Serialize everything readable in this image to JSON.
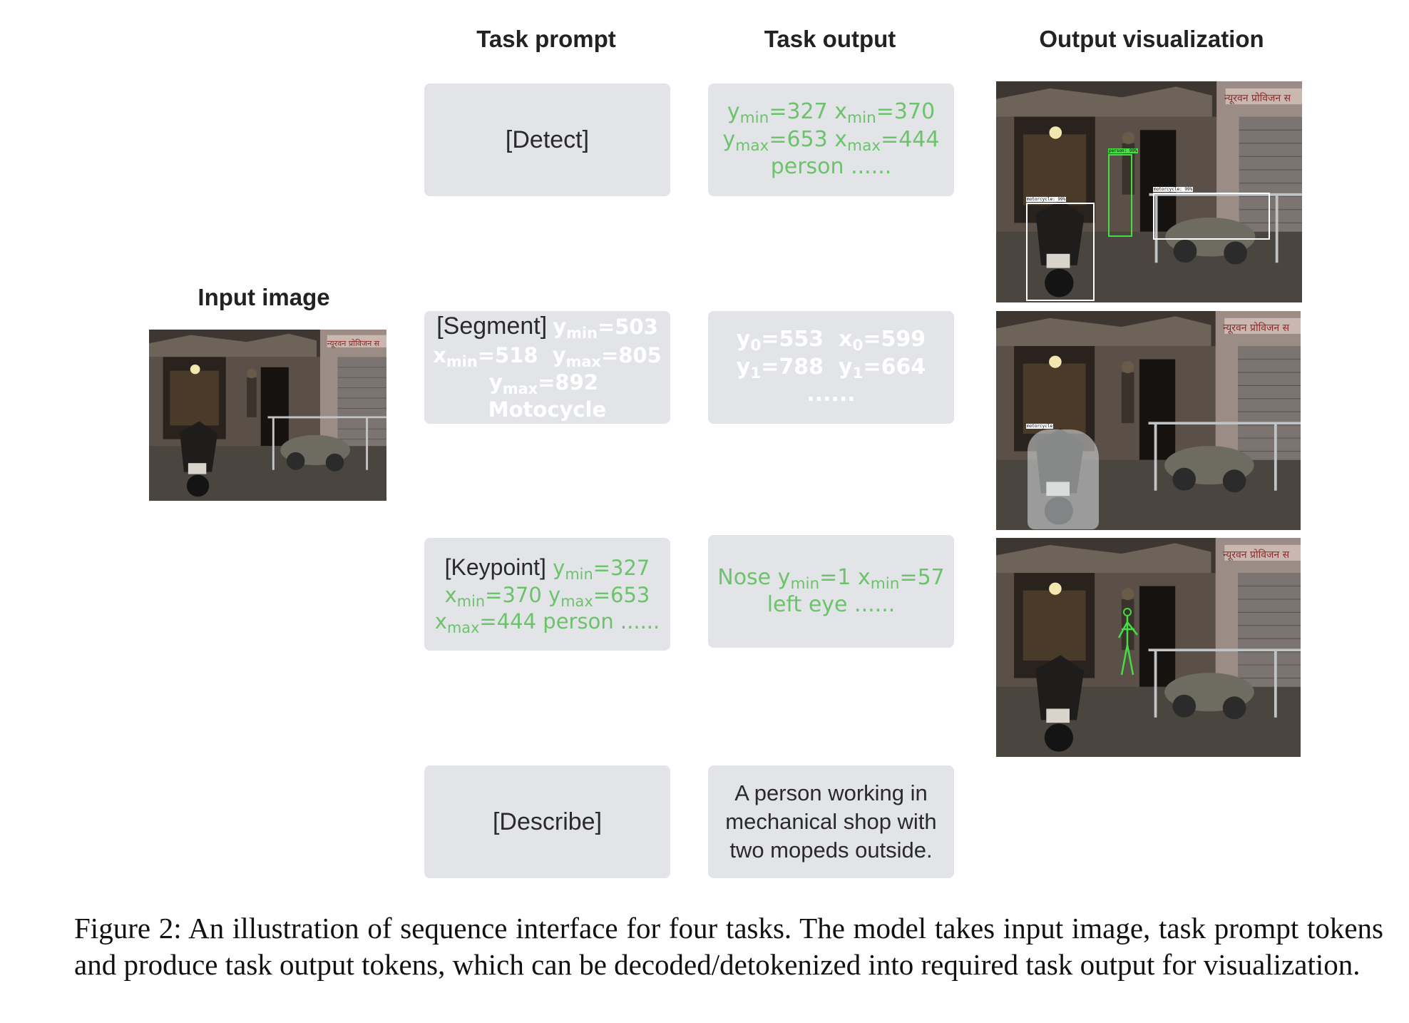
{
  "headers": {
    "task_prompt": "Task prompt",
    "task_output": "Task output",
    "output_visualization": "Output visualization",
    "input_image": "Input image"
  },
  "rows": {
    "detect": {
      "prompt": "[Detect]",
      "output": {
        "ymin_val": "=327",
        "xmin_val": "=370",
        "ymax_val": "=653",
        "xmax_val": "=444",
        "tail": "person ......"
      }
    },
    "segment": {
      "prompt_tag": "[Segment]",
      "prompt_ymin": "=503",
      "prompt_xmin": "=518",
      "prompt_ymax1": "=805",
      "prompt_ymax2": "=892",
      "prompt_class": "Motocycle",
      "output": {
        "y0_val": "=553",
        "x0_val": "=599",
        "y1_val": "=788",
        "y1b_val": "=664",
        "tail": "......"
      }
    },
    "keypoint": {
      "prompt_tag": "[Keypoint]",
      "prompt_ymin": "=327",
      "prompt_xmin": "=370",
      "prompt_ymax": "=653",
      "prompt_xmax": "=444",
      "prompt_tail": "person ......",
      "output": {
        "nose": "Nose",
        "ymin_val": "=1",
        "xmin_val": "=57",
        "tail": "left eye ......"
      }
    },
    "describe": {
      "prompt": "[Describe]",
      "output": "A person working in mechanical shop with two mopeds outside."
    }
  },
  "visualizations": {
    "detect_labels": [
      "person: 99%",
      "motorcycle: 99%",
      "motorcycle: 99%"
    ],
    "segment_label": "motorcycle",
    "sign_text": "न्यूरवन प्रोविजन स"
  },
  "caption": "Figure 2: An illustration of sequence interface for four tasks. The model takes input image, task prompt tokens and produce task output tokens, which can be decoded/detokenized into required task output for visualization.",
  "colors": {
    "box_bg": "#e2e4e8",
    "token_green": "#6cc36c",
    "detect_green": "#44dd44"
  }
}
